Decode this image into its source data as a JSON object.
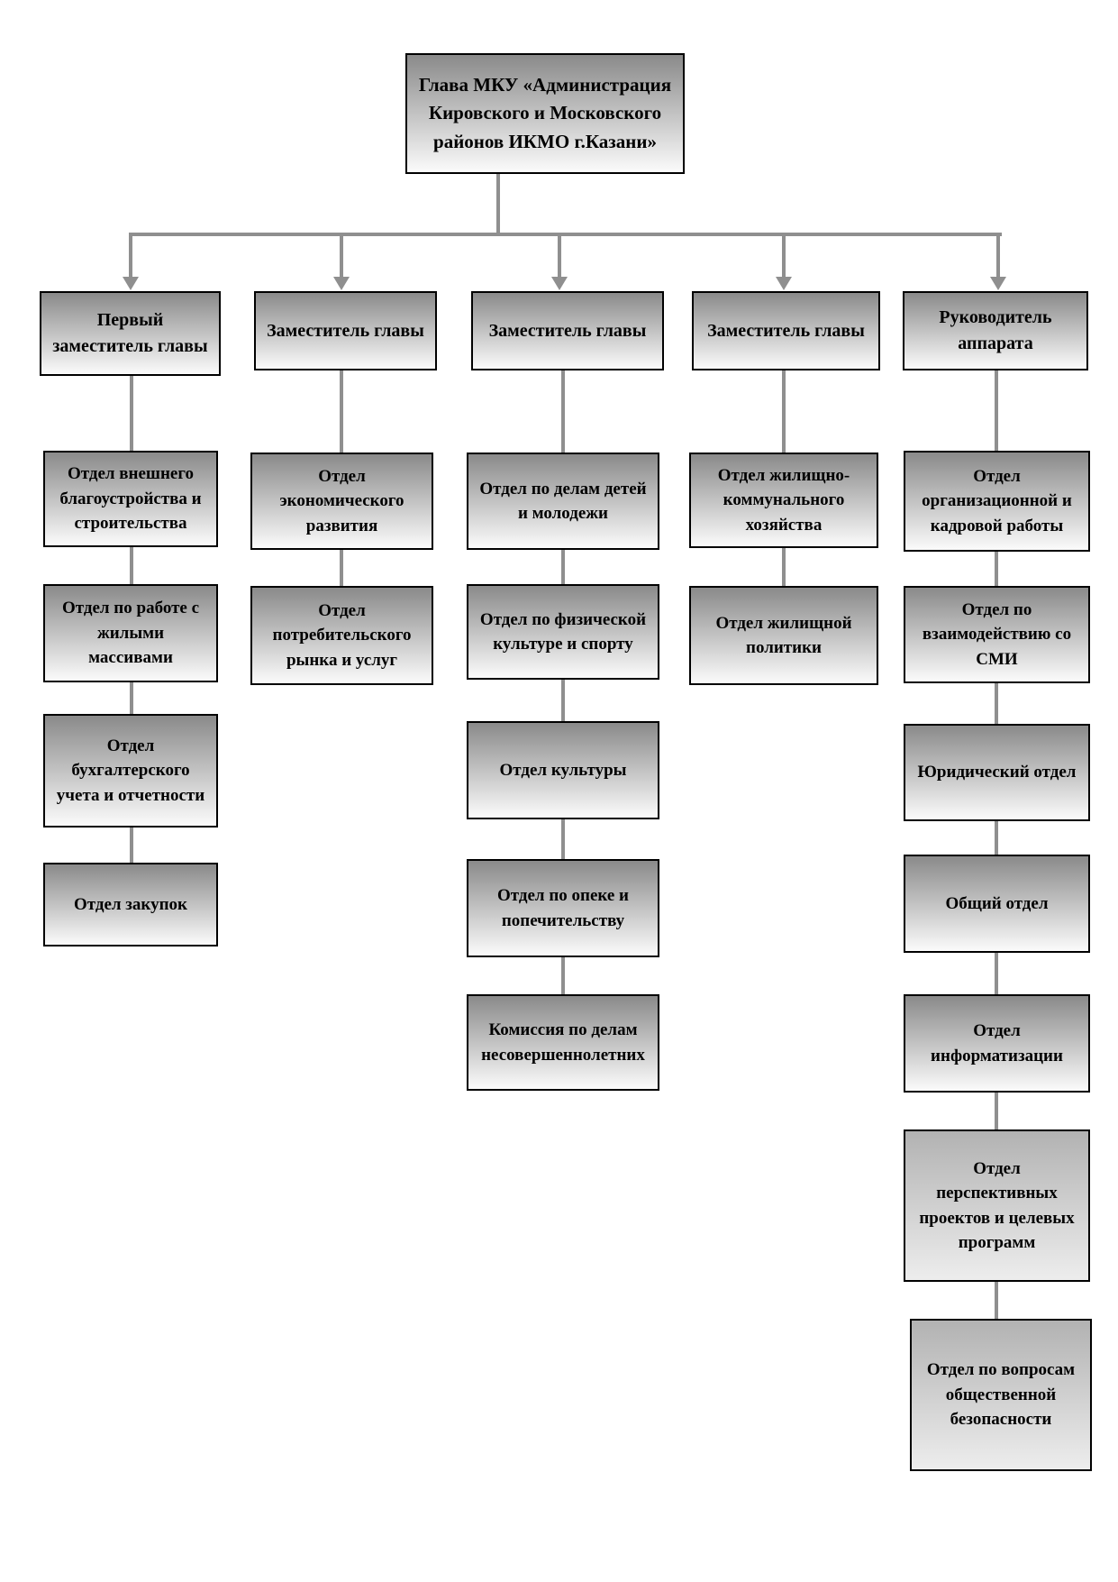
{
  "root": {
    "label": "Глава МКУ «Администрация Кировского и Московского районов ИКМО г.Казани»"
  },
  "branches": [
    {
      "head": "Первый заместитель главы",
      "departments": [
        "Отдел внешнего благоустройства и строительства",
        "Отдел по работе с жилыми массивами",
        "Отдел бухгалтерского учета и отчетности",
        "Отдел закупок"
      ]
    },
    {
      "head": "Заместитель главы",
      "departments": [
        "Отдел экономического развития",
        "Отдел потребительского рынка и услуг"
      ]
    },
    {
      "head": "Заместитель главы",
      "departments": [
        "Отдел по делам детей и молодежи",
        "Отдел по физической культуре и спорту",
        "Отдел культуры",
        "Отдел по опеке и попечительству",
        "Комиссия по делам несовершеннолетних"
      ]
    },
    {
      "head": "Заместитель главы",
      "departments": [
        "Отдел жилищно-коммунального хозяйства",
        "Отдел жилищной политики"
      ]
    },
    {
      "head": "Руководитель аппарата",
      "departments": [
        "Отдел организационной и кадровой работы",
        "Отдел по взаимодействию со СМИ",
        "Юридический отдел",
        "Общий отдел",
        "Отдел информатизации",
        "Отдел перспективных проектов и целевых программ",
        "Отдел по вопросам общественной безопасности"
      ]
    }
  ],
  "colors": {
    "box_border": "#000000",
    "box_gradient_top": "#8a8a8a",
    "box_gradient_bottom": "#fbfbfb",
    "box_flat_gradient_top": "#b2b2b2",
    "box_flat_gradient_bottom": "#ededed",
    "connector": "#8f8f8f"
  }
}
